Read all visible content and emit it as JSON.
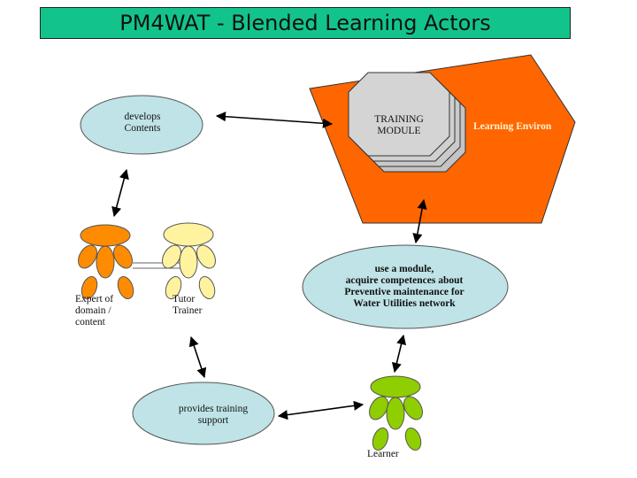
{
  "title": "PM4WAT - Blended Learning Actors",
  "nodes": {
    "develops": {
      "line1": "develops",
      "line2": "Contents"
    },
    "training_module": {
      "line1": "TRAINING",
      "line2": "MODULE"
    },
    "environment": "Learning Environ",
    "use_module": {
      "line1": "use a module,",
      "line2": "acquire competences about",
      "line3": "Preventive maintenance for",
      "line4": "Water Utilities network"
    },
    "provides": {
      "line1": "provides training",
      "line2": "support"
    }
  },
  "actors": {
    "expert": {
      "line1": "Expert of",
      "line2": "domain /",
      "line3": "content"
    },
    "tutor": {
      "line1": "Tutor",
      "line2": "Trainer"
    },
    "learner": "Learner"
  },
  "colors": {
    "title_bg": "#12c48c",
    "bubble_fill": "#bfe3e6",
    "environment_fill": "#ff6600",
    "module_fill": "#d4d4d4",
    "expert_figure": "#ff8c00",
    "tutor_figure": "#fff3a0",
    "learner_figure": "#8fce00"
  }
}
